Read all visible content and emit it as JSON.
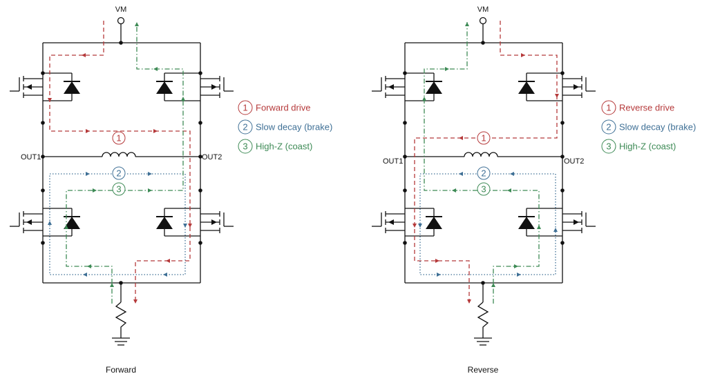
{
  "supply_label": "VM",
  "out1_label": "OUT1",
  "out2_label": "OUT2",
  "colors": {
    "drive": "#b5393a",
    "brake": "#3e6f95",
    "coast": "#3d8a55",
    "wire": "#111111"
  },
  "panels": [
    {
      "caption": "Forward",
      "legend": [
        {
          "num": "1",
          "label": "Forward drive"
        },
        {
          "num": "2",
          "label": "Slow decay (brake)"
        },
        {
          "num": "3",
          "label": "High-Z (coast)"
        }
      ]
    },
    {
      "caption": "Reverse",
      "legend": [
        {
          "num": "1",
          "label": "Reverse drive"
        },
        {
          "num": "2",
          "label": "Slow decay (brake)"
        },
        {
          "num": "3",
          "label": "High-Z (coast)"
        }
      ]
    }
  ]
}
